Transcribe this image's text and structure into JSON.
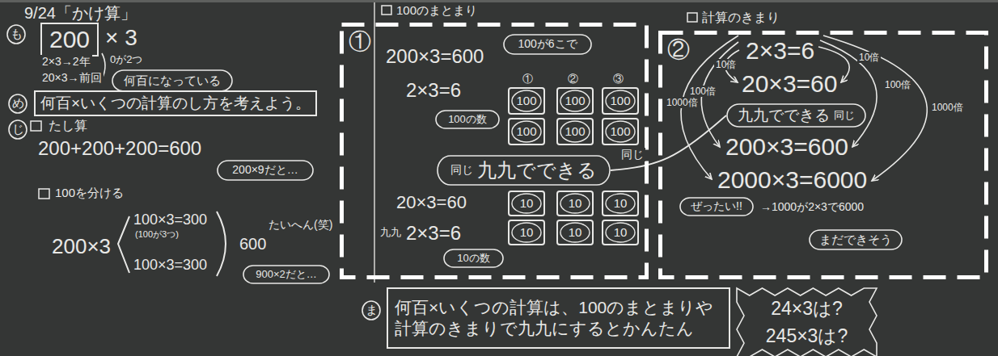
{
  "diagram": {
    "title": "9/24「かけ算」",
    "nodes": [
      {
        "text": [
          "も"
        ]
      },
      {
        "text": [
          "200"
        ]
      },
      {
        "text": [
          "何百になっている"
        ]
      },
      {
        "text": [
          "め"
        ]
      },
      {
        "text": [
          "何百×いくつの計算のし方を考えよう。"
        ]
      },
      {
        "text": [
          "じ"
        ]
      },
      {
        "text": [
          "200×9だと…"
        ]
      },
      {
        "text": [
          "900×2だと…"
        ]
      },
      {
        "text": [
          "①"
        ]
      },
      {
        "text": [
          "100が6こで"
        ],
        "in": 8
      },
      {
        "text": [
          "100"
        ],
        "in": 8
      },
      {
        "text": [
          "100"
        ],
        "in": 8
      },
      {
        "text": [
          "100"
        ],
        "in": 8
      },
      {
        "text": [
          "100"
        ],
        "in": 8
      },
      {
        "text": [
          "100"
        ],
        "in": 8
      },
      {
        "text": [
          "100"
        ],
        "in": 8
      },
      {
        "text": [
          "100の数"
        ],
        "in": 8
      },
      {
        "text": [
          "同じ",
          "九九でできる"
        ],
        "in": 8
      },
      {
        "text": [
          "10"
        ],
        "in": 8
      },
      {
        "text": [
          "10"
        ],
        "in": 8
      },
      {
        "text": [
          "10"
        ],
        "in": 8
      },
      {
        "text": [
          "10"
        ],
        "in": 8
      },
      {
        "text": [
          "10"
        ],
        "in": 8
      },
      {
        "text": [
          "10"
        ],
        "in": 8
      },
      {
        "text": [
          "10の数"
        ],
        "in": 8
      },
      {
        "text": [
          "②"
        ]
      },
      {
        "text": [
          "九九でできる",
          "同じ"
        ],
        "in": 25
      },
      {
        "text": [
          "ぜったい!!"
        ],
        "in": 25
      },
      {
        "text": [
          "まだできそう"
        ],
        "in": 25
      },
      {
        "text": [
          "ま"
        ]
      },
      {
        "text": [
          "何百×いくつの計算は、100のまとまりや計算のきまりで九九にするとかんたん"
        ]
      },
      {
        "text": [
          "24×3は?",
          "245×3は?"
        ]
      }
    ],
    "edges": [
      {
        "from": 17,
        "to": 26,
        "arrow": "none"
      }
    ],
    "labels": [
      "× 3",
      "2×3→2年",
      "20×3→前回",
      "0が2つ",
      "たし算",
      "200+200+200=600",
      "100を分ける",
      "200×3",
      "100×3=300",
      "(100が3つ)",
      "100×3=300",
      "600",
      "たいへん(笑)",
      "100のまとまり",
      "200×3=600",
      "①",
      "②",
      "③",
      "2×3=6",
      "同じ",
      "20×3=60",
      "九九",
      "2×3=6",
      "計算のきまり",
      "2×3=6",
      "20×3=60",
      "200×3=600",
      "2000×3=6000",
      "10倍",
      "100倍",
      "1000倍",
      "10倍",
      "100倍",
      "1000倍",
      "→1000が2×3で6000"
    ]
  }
}
